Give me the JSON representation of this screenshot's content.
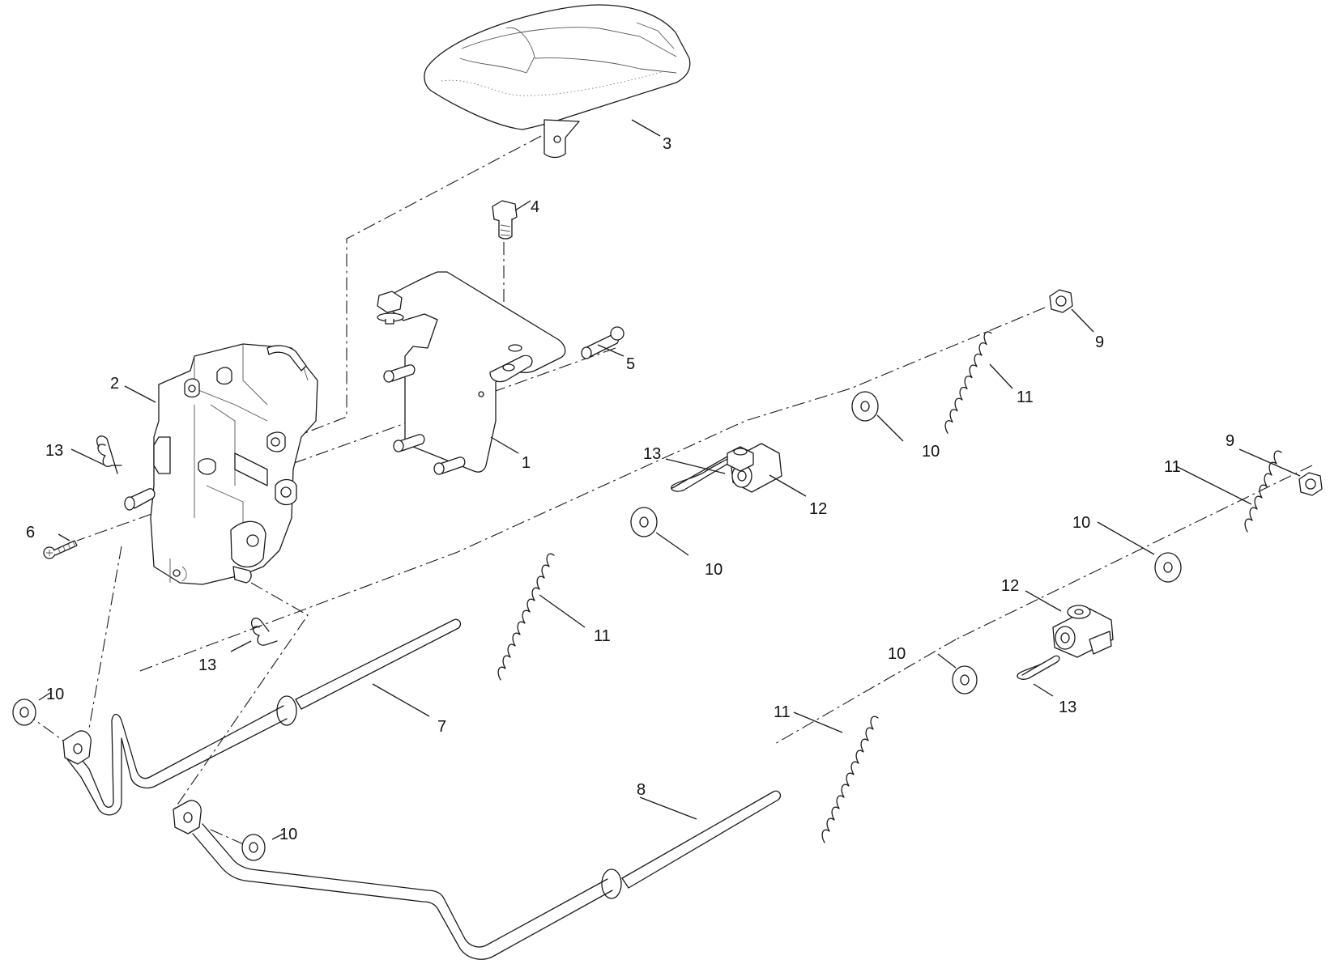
{
  "callouts": {
    "c1": "1",
    "c2": "2",
    "c3": "3",
    "c4": "4",
    "c5": "5",
    "c6": "6",
    "c7": "7",
    "c8": "8",
    "c9a": "9",
    "c9b": "9",
    "c10a": "10",
    "c10b": "10",
    "c10c": "10",
    "c10d": "10",
    "c10e": "10",
    "c10f": "10",
    "c11a": "11",
    "c11b": "11",
    "c11c": "11",
    "c11d": "11",
    "c12a": "12",
    "c12b": "12",
    "c13a": "13",
    "c13b": "13",
    "c13c": "13",
    "c13d": "13"
  }
}
